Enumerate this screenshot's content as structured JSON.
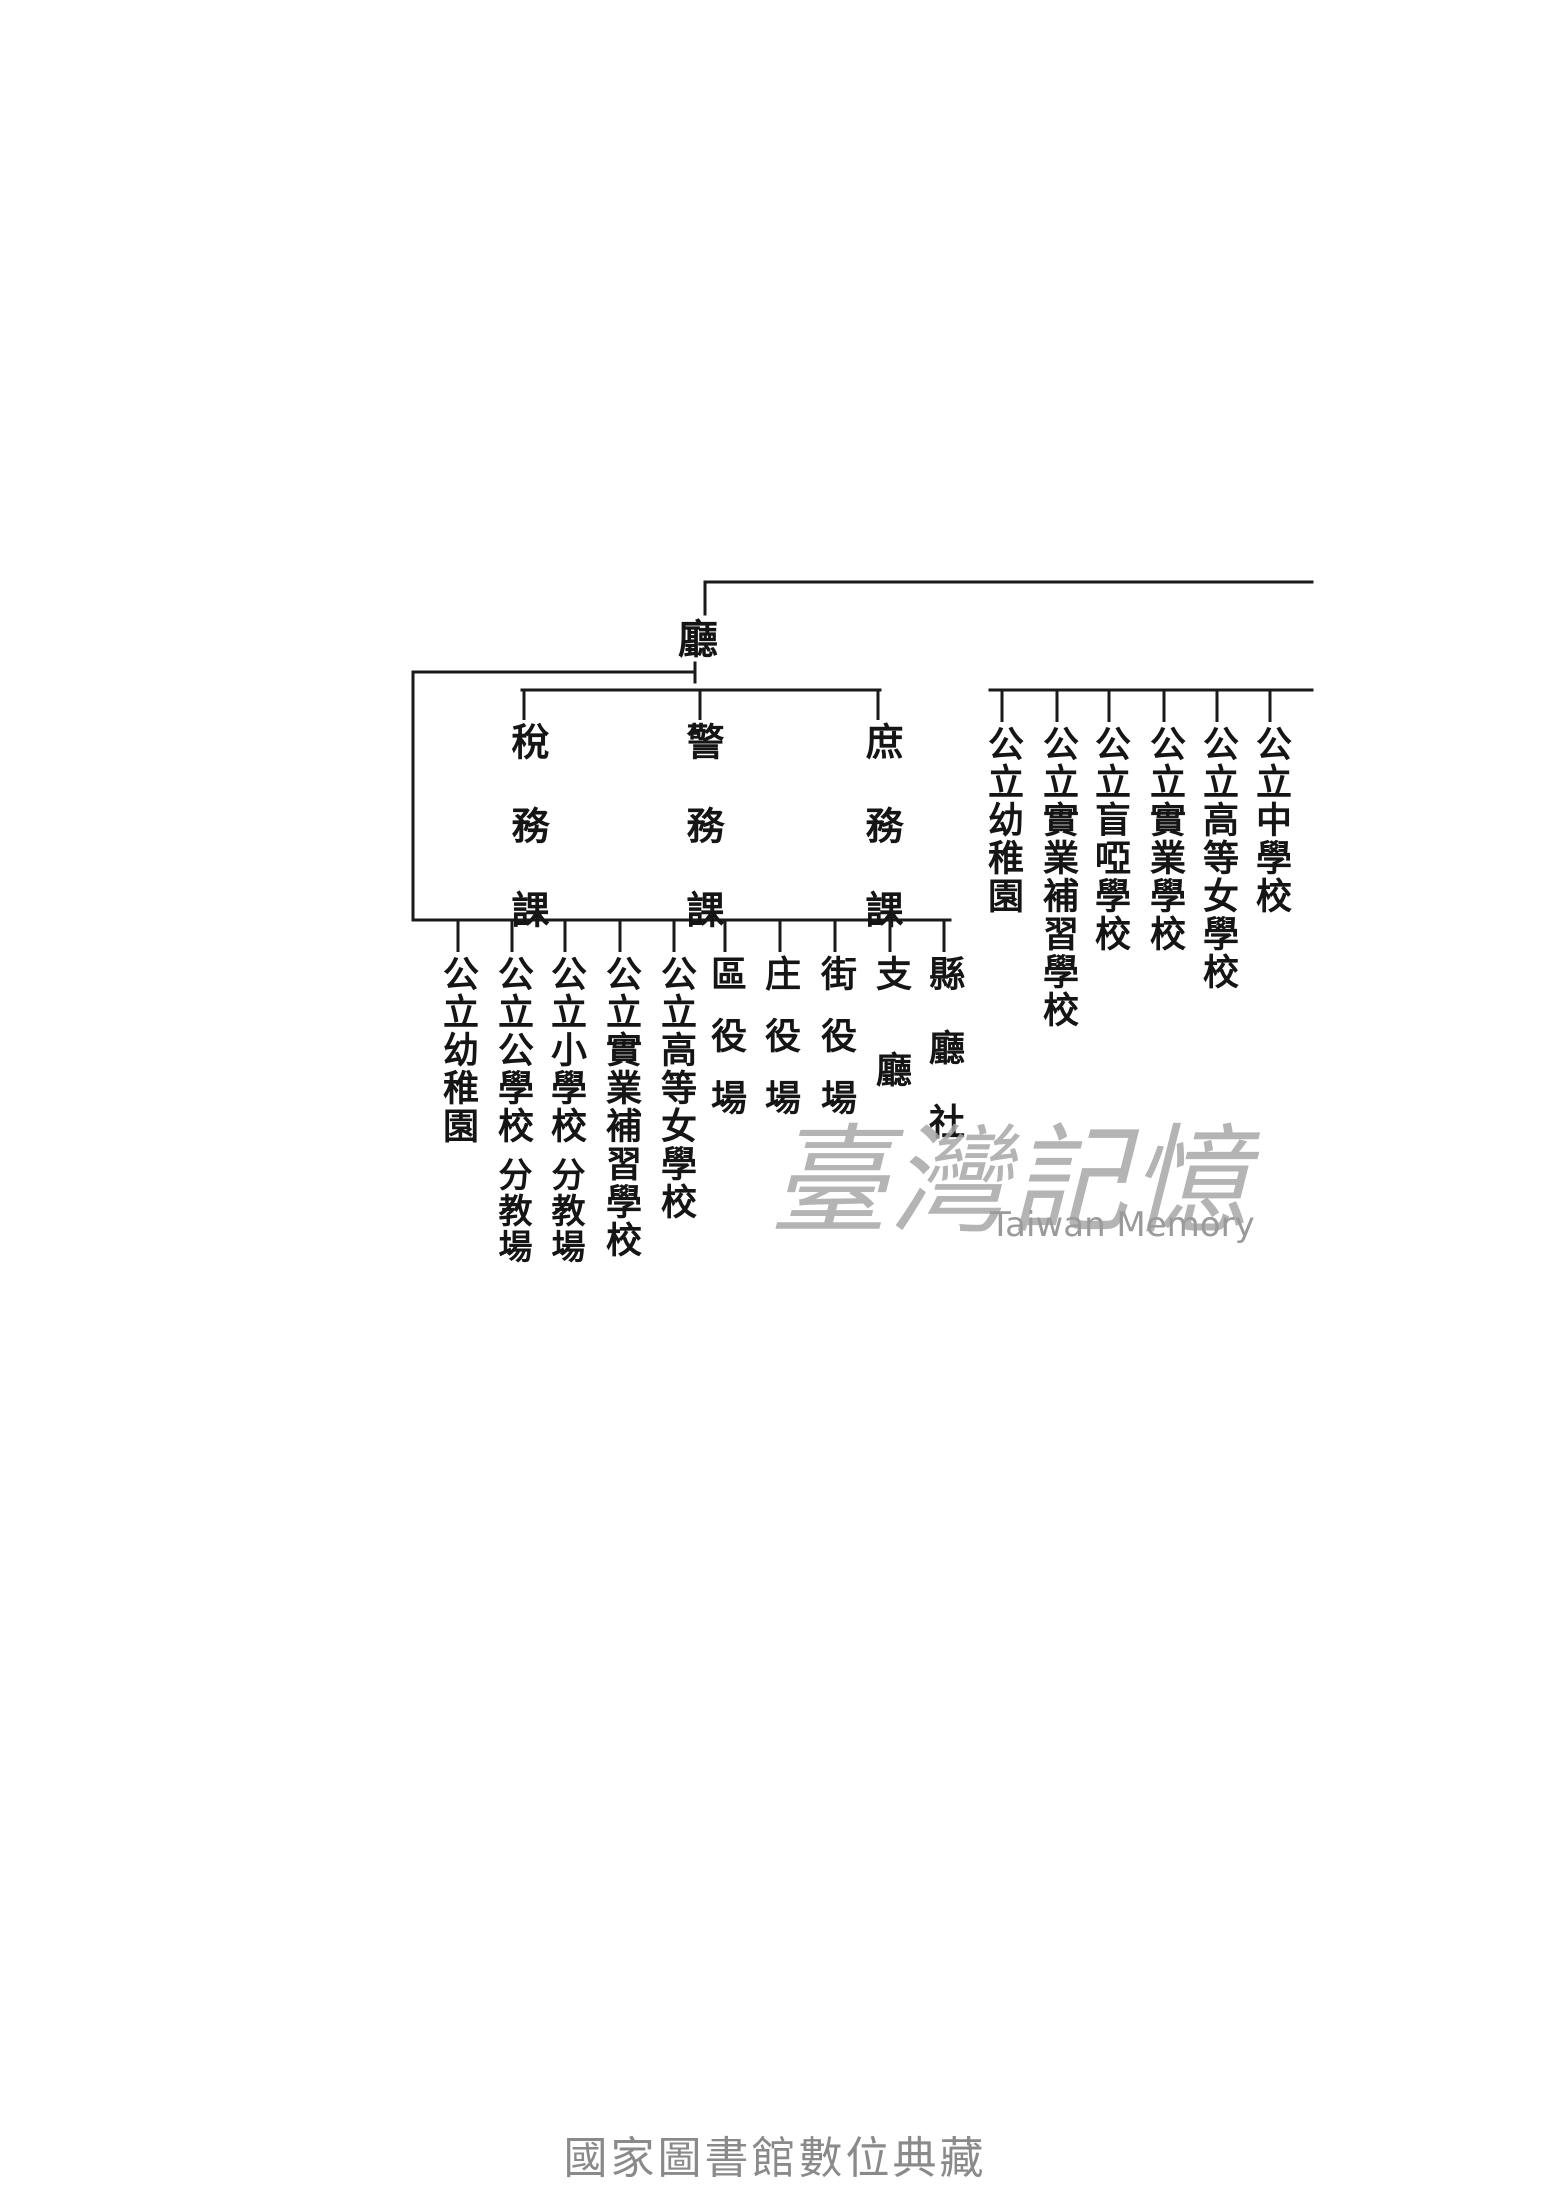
{
  "root": {
    "label": "廳"
  },
  "departments": [
    {
      "label": "稅務課"
    },
    {
      "label": "警務課"
    },
    {
      "label": "庶務課"
    }
  ],
  "branch_units": [
    {
      "label": "縣廳社"
    },
    {
      "label": "支廳"
    },
    {
      "label": "街役場"
    },
    {
      "label": "庄役場"
    },
    {
      "label": "區役場"
    },
    {
      "label": "公立高等女學校"
    },
    {
      "label": "公立實業補習學校"
    },
    {
      "label": "公立小學校",
      "sub_label": "分教場"
    },
    {
      "label": "公立公學校",
      "sub_label": "分教場"
    },
    {
      "label": "公立幼稚園"
    }
  ],
  "right_schools": [
    {
      "label": "公立中學校"
    },
    {
      "label": "公立高等女學校"
    },
    {
      "label": "公立實業學校"
    },
    {
      "label": "公立盲啞學校"
    },
    {
      "label": "公立實業補習學校"
    },
    {
      "label": "公立幼稚園"
    }
  ],
  "watermark": {
    "chinese": "臺灣記憶",
    "english": "Taiwan Memory"
  },
  "footer": {
    "text": "國家圖書館數位典藏"
  }
}
